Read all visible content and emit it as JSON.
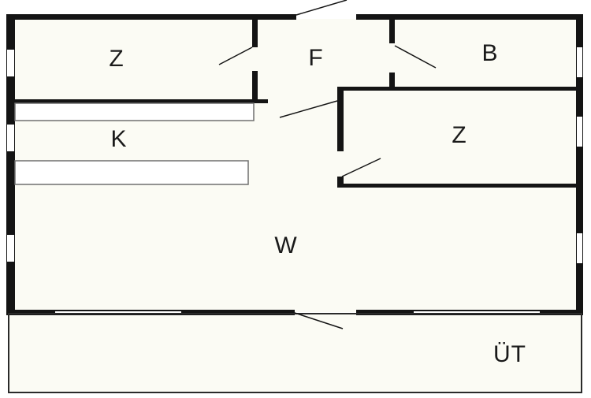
{
  "floor_plan": {
    "colors": {
      "floor": "#fbfbf4",
      "wall": "#141414",
      "counter": "#6f6f6f"
    },
    "rooms": [
      {
        "id": "room-z-top-left",
        "label": "Z"
      },
      {
        "id": "room-f",
        "label": "F"
      },
      {
        "id": "room-b",
        "label": "B"
      },
      {
        "id": "room-k",
        "label": "K"
      },
      {
        "id": "room-z-right",
        "label": "Z"
      },
      {
        "id": "room-w",
        "label": "W"
      },
      {
        "id": "room-ut",
        "label": "ÜT"
      }
    ]
  }
}
